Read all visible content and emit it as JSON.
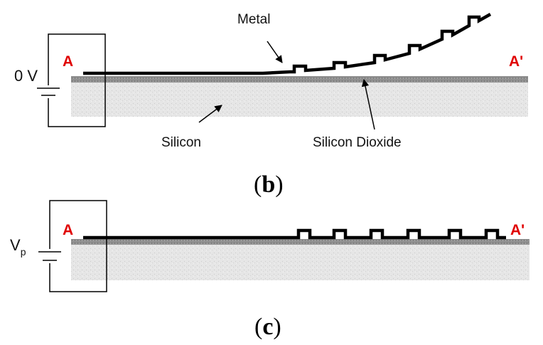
{
  "colors": {
    "terminal": "#e00000",
    "metal": "#111111",
    "silicon": "#e4e4e4",
    "oxide": "#8a8a8a"
  },
  "panel_b": {
    "voltage": "0 V",
    "terminal_left": "A",
    "terminal_right": "A'",
    "label_metal": "Metal",
    "label_silicon": "Silicon",
    "label_oxide": "Silicon Dioxide",
    "caption_open": "(",
    "caption_letter": "b",
    "caption_close": ")"
  },
  "panel_c": {
    "voltage_main": "V",
    "voltage_sub": "p",
    "terminal_left": "A",
    "terminal_right": "A'",
    "caption_open": "(",
    "caption_letter": "c",
    "caption_close": ")"
  }
}
